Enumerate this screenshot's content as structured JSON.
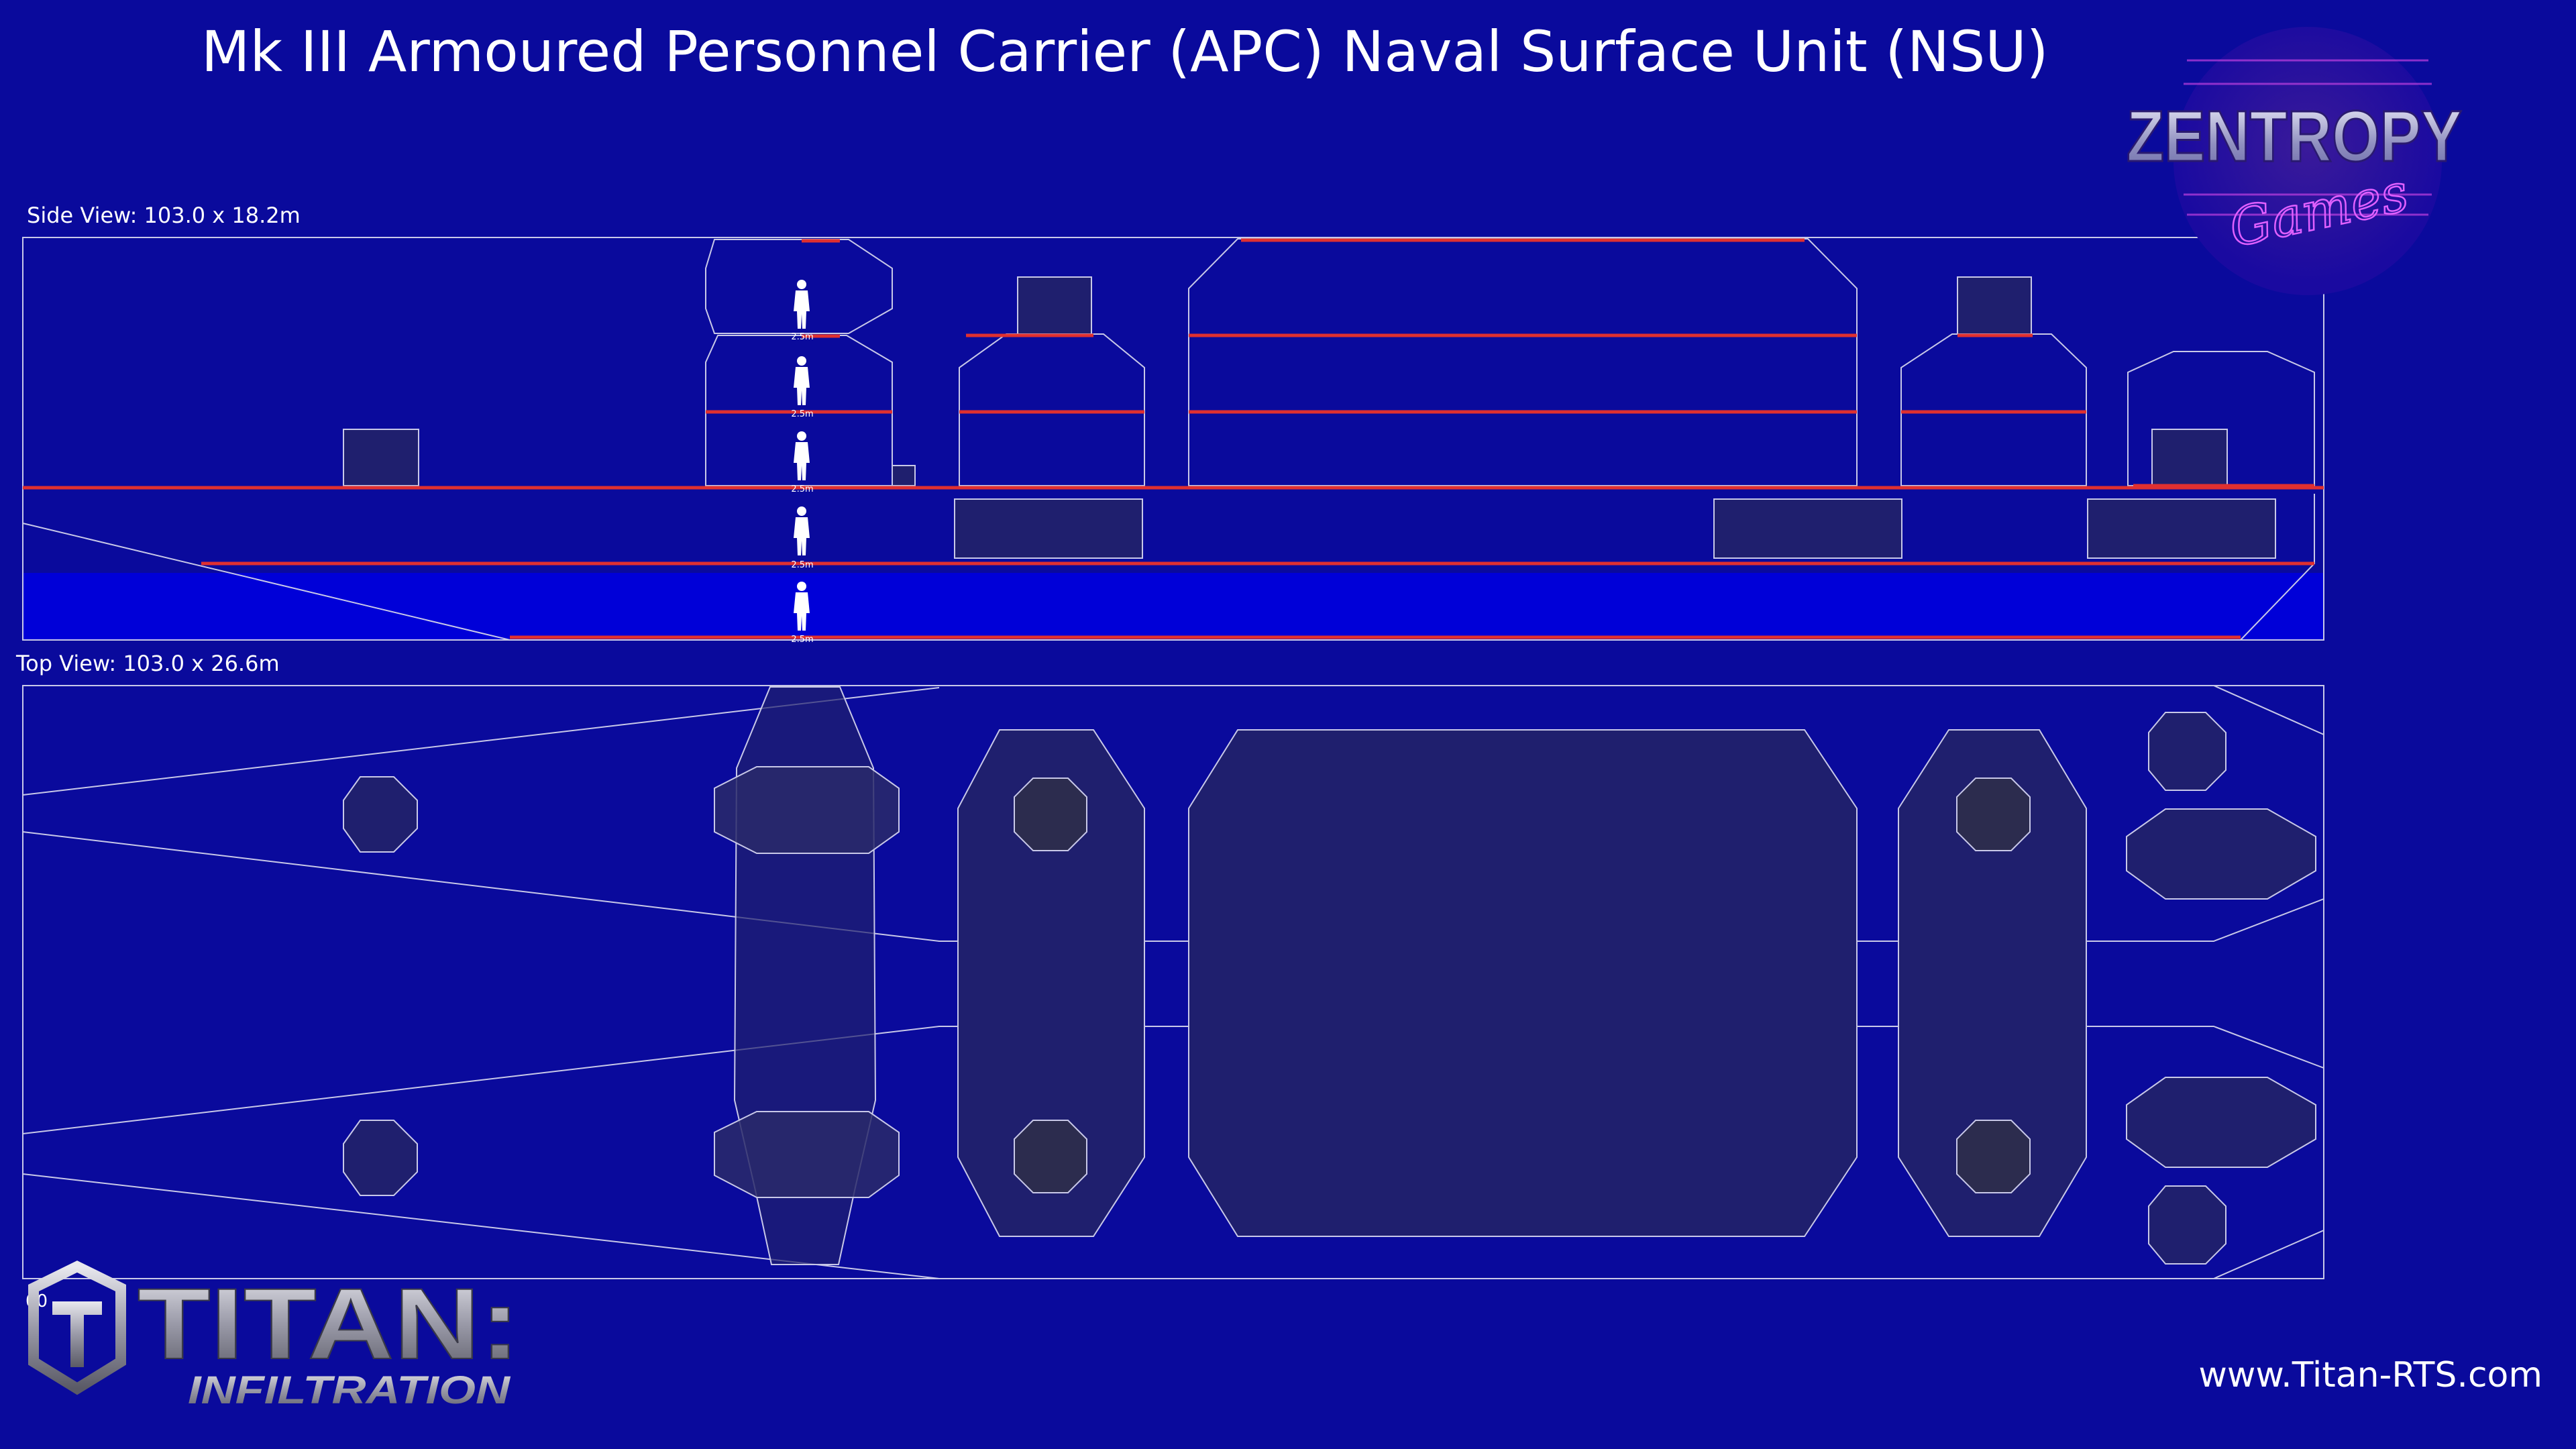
{
  "title": "Mk III Armoured Personnel Carrier (APC) Naval Surface Unit (NSU)",
  "side_view": {
    "label": "Side View: 103.0 x 18.2m",
    "figure_scale_label": "2.5m"
  },
  "top_view": {
    "label": "Top View: 103.0 x 26.6m",
    "corner_text": "00"
  },
  "logos": {
    "zentropy_main": "ZENTROPY",
    "zentropy_sub": "Games",
    "titan_main": "TITAN:",
    "titan_sub": "INFILTRATION"
  },
  "website": "www.Titan-RTS.com",
  "colors": {
    "background": "#0a0a9c",
    "deck_line": "#e03030",
    "outline": "#c8c8e8",
    "module_fill": "#1f1f6e",
    "water": "#0000d8"
  }
}
